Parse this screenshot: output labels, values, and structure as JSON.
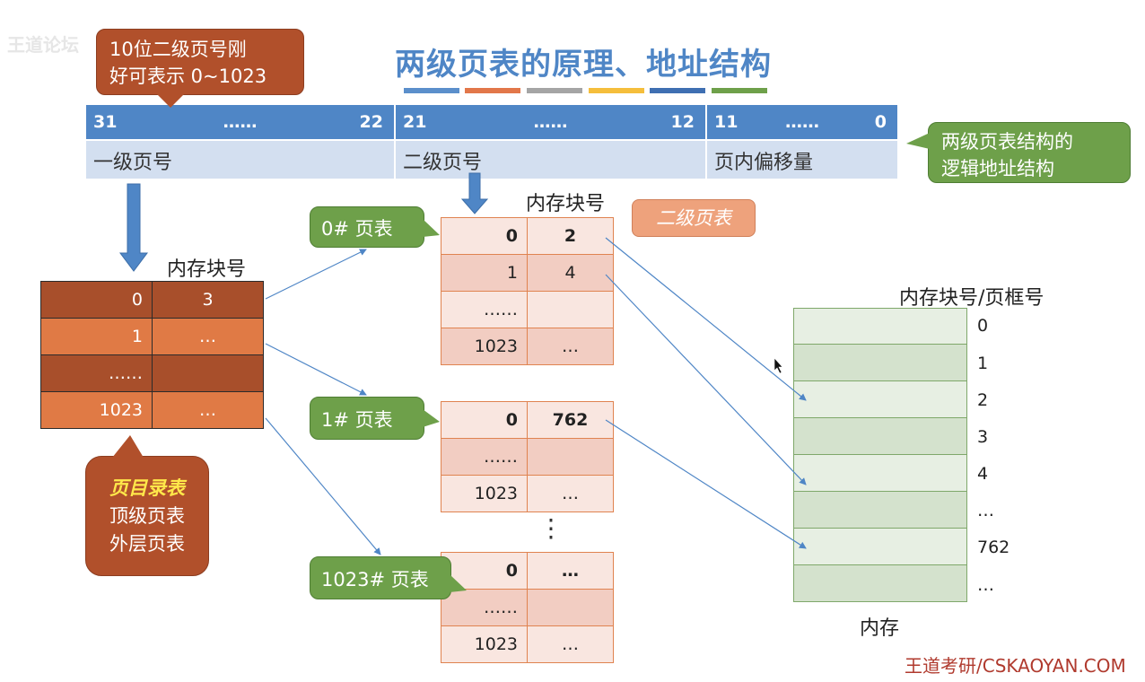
{
  "title": "两级页表的原理、地址结构",
  "title_swatches": [
    "#5b8fcb",
    "#e2774a",
    "#a5a5a5",
    "#f5be3c",
    "#3f6fb2",
    "#6ea04a"
  ],
  "address": {
    "segments": [
      {
        "hi": "31",
        "dots": "……",
        "lo": "22",
        "label": "一级页号"
      },
      {
        "hi": "21",
        "dots": "……",
        "lo": "12",
        "label": "二级页号"
      },
      {
        "hi": "11",
        "dots": "……",
        "lo": "0",
        "label": "页内偏移量"
      }
    ]
  },
  "callouts": {
    "bits": {
      "line1": "10位二级页号刚",
      "line2": "好可表示 0~1023"
    },
    "logical": {
      "line1": "两级页表结构的",
      "line2": "逻辑地址结构"
    },
    "second_level": "二级页表",
    "page_dir": {
      "line1": "页目录表",
      "line2": "顶级页表",
      "line3": "外层页表"
    },
    "pt0": "0# 页表",
    "pt1": "1# 页表",
    "pt1023": "1023# 页表"
  },
  "watermark": "王道论坛",
  "labels": {
    "block_no_1": "内存块号",
    "block_no_2": "内存块号",
    "memory_header": "内存块号/页框号",
    "memory": "内存",
    "vdots": "⋮",
    "footer": "王道考研/CSKAOYAN.COM"
  },
  "page_directory": {
    "rows": [
      {
        "idx": "0",
        "val": "3"
      },
      {
        "idx": "1",
        "val": "…"
      },
      {
        "idx": "……",
        "val": ""
      },
      {
        "idx": "1023",
        "val": "…"
      }
    ]
  },
  "pt0": {
    "rows": [
      {
        "idx": "0",
        "val": "2"
      },
      {
        "idx": "1",
        "val": "4"
      },
      {
        "idx": "……",
        "val": ""
      },
      {
        "idx": "1023",
        "val": "…"
      }
    ]
  },
  "pt1": {
    "rows": [
      {
        "idx": "0",
        "val": "762"
      },
      {
        "idx": "……",
        "val": ""
      },
      {
        "idx": "1023",
        "val": "…"
      }
    ]
  },
  "pt1023": {
    "rows": [
      {
        "idx": "0",
        "val": "…"
      },
      {
        "idx": "……",
        "val": ""
      },
      {
        "idx": "1023",
        "val": "…"
      }
    ]
  },
  "memory_blocks": [
    "0",
    "1",
    "2",
    "3",
    "4",
    "…",
    "762",
    "…"
  ]
}
